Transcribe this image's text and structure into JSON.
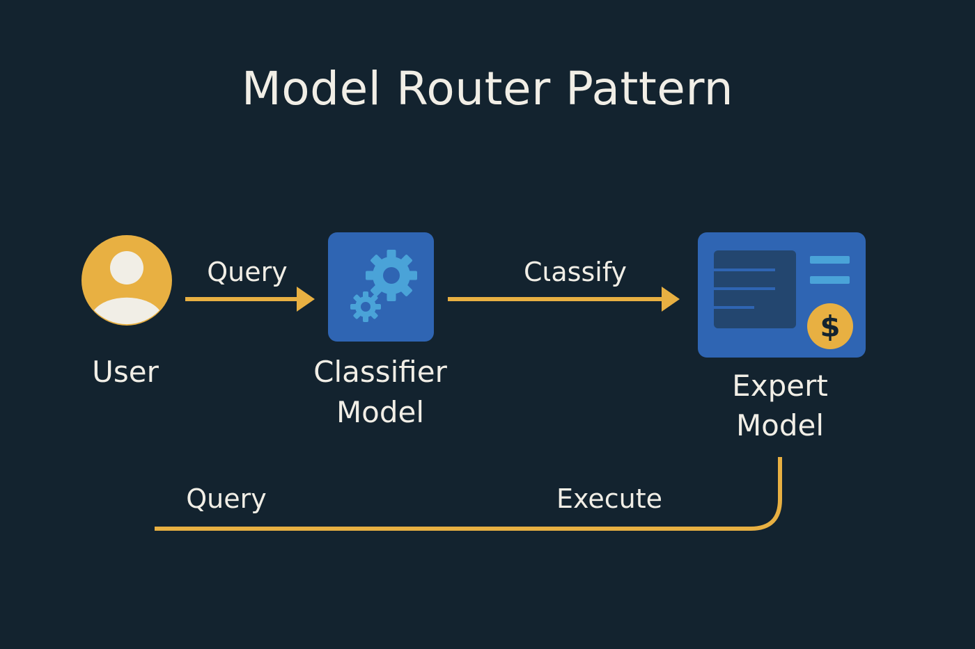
{
  "title": "Model Router Pattern",
  "nodes": {
    "user": {
      "label": "User",
      "icon": "user-avatar-icon"
    },
    "classifier": {
      "label_line1": "Classifier",
      "label_line2": "Model",
      "icon": "gears-icon"
    },
    "expert": {
      "label_line1": "Expert",
      "label_line2": "Model",
      "icon": "dollar-document-icon",
      "badge": "$"
    }
  },
  "edges": {
    "user_to_classifier": "Query",
    "classifier_to_expert": "Cιassify",
    "return_left": "Query",
    "return_right": "Execute"
  },
  "colors": {
    "background": "#13232f",
    "accent": "#e8b042",
    "node_blue": "#2f65b3",
    "gear_blue": "#4aa3d8",
    "panel_dark": "#23466f",
    "text": "#f1eee6"
  }
}
